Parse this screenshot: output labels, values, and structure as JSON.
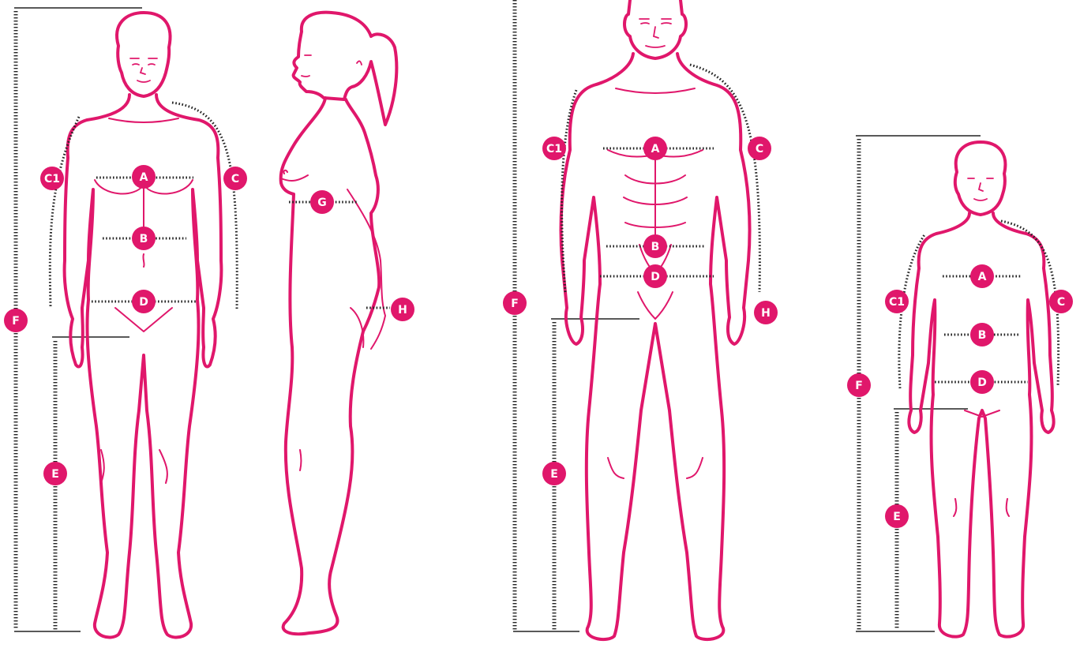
{
  "accent_color": "#e0176b",
  "line_color": "#222222",
  "figures": [
    {
      "id": "woman-front",
      "labels": {
        "a": "A",
        "b": "B",
        "c": "C",
        "c1": "C1",
        "d": "D",
        "e": "E",
        "f": "F"
      }
    },
    {
      "id": "woman-side",
      "labels": {
        "g": "G",
        "h": "H"
      }
    },
    {
      "id": "man-front",
      "labels": {
        "a": "A",
        "b": "B",
        "c": "C",
        "c1": "C1",
        "d": "D",
        "e": "E",
        "f": "F",
        "h": "H"
      }
    },
    {
      "id": "child-front",
      "labels": {
        "a": "A",
        "b": "B",
        "c": "C",
        "c1": "C1",
        "d": "D",
        "e": "E",
        "f": "F"
      }
    }
  ]
}
